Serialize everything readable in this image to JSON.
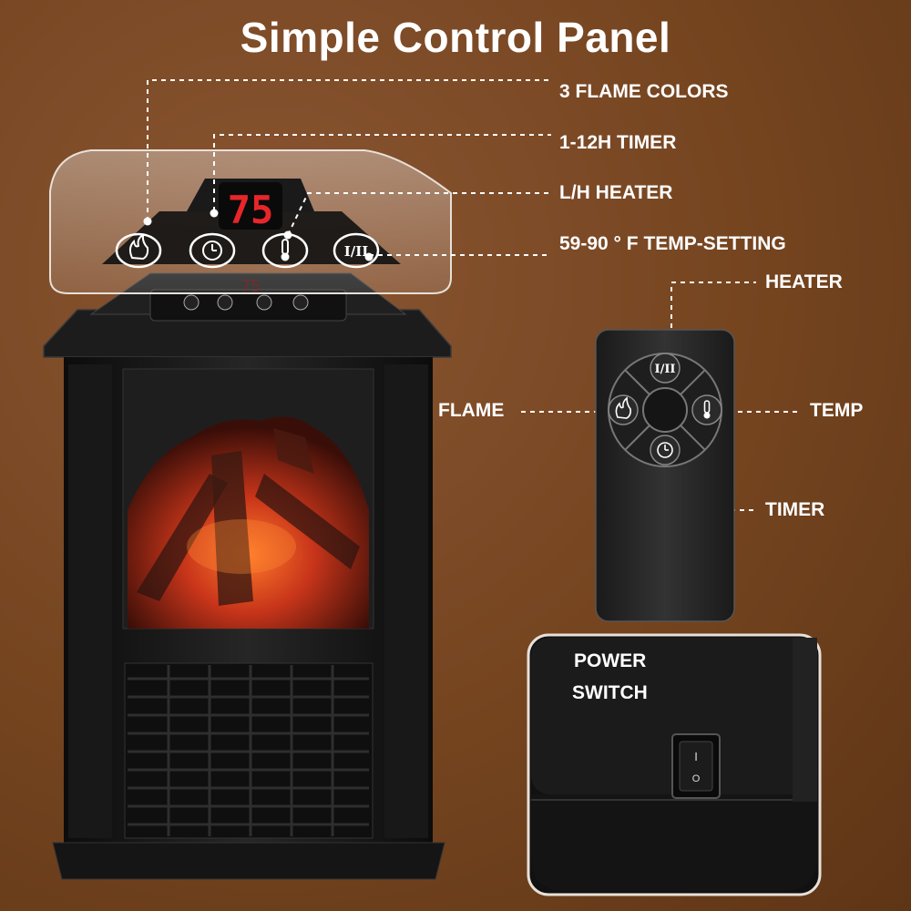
{
  "title": "Simple Control Panel",
  "display_value": "75",
  "display_value_ghost": "75",
  "panel_labels": {
    "flame_colors": "3 FLAME COLORS",
    "timer": "1-12H TIMER",
    "heater": "L/H HEATER",
    "temp_setting": "59-90 ° F TEMP-SETTING"
  },
  "remote_labels": {
    "heater": "HEATER",
    "flame": "FLAME",
    "temp": "TEMP",
    "timer": "TIMER"
  },
  "remote_buttons": {
    "heater": "I/II"
  },
  "power": {
    "label_line1": "POWER",
    "label_line2": "SWITCH",
    "on_mark": "I",
    "off_mark": "O"
  },
  "icons": [
    "flame-icon",
    "clock-icon",
    "thermometer-icon",
    "heater-mode-icon"
  ],
  "colors": {
    "background": "#74441f",
    "display_red": "#e8262a",
    "label_text": "#ffffff",
    "body": "#141414"
  }
}
